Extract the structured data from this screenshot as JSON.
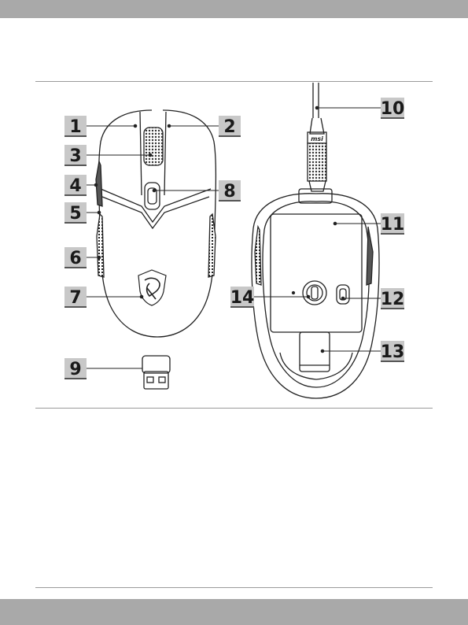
{
  "callouts": [
    {
      "id": "1",
      "label": "1"
    },
    {
      "id": "2",
      "label": "2"
    },
    {
      "id": "3",
      "label": "3"
    },
    {
      "id": "4",
      "label": "4"
    },
    {
      "id": "5",
      "label": "5"
    },
    {
      "id": "6",
      "label": "6"
    },
    {
      "id": "7",
      "label": "7"
    },
    {
      "id": "8",
      "label": "8"
    },
    {
      "id": "9",
      "label": "9"
    },
    {
      "id": "10",
      "label": "10"
    },
    {
      "id": "11",
      "label": "11"
    },
    {
      "id": "12",
      "label": "12"
    },
    {
      "id": "13",
      "label": "13"
    },
    {
      "id": "14",
      "label": "14"
    }
  ],
  "cable_logo": "msi",
  "colors": {
    "band": "#a9a9a9",
    "rule": "#9a9a9a",
    "label_box": "#c8c8c8",
    "ink": "#1a1a1a"
  },
  "icons": [
    "mouse-top-view",
    "mouse-bottom-view",
    "usb-dongle",
    "msi-dragon-logo"
  ]
}
